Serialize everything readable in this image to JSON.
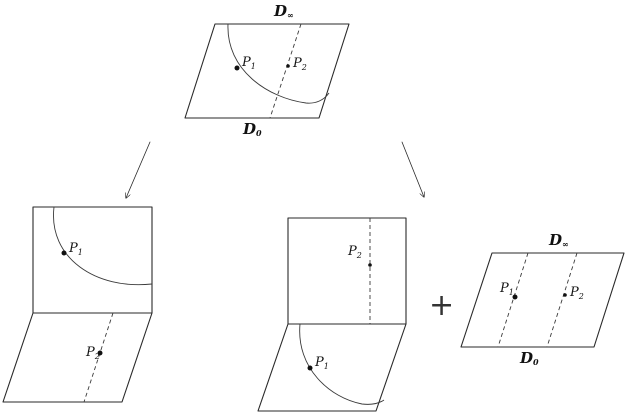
{
  "top": {
    "boundary_top": {
      "letter": "D",
      "sub": "∞"
    },
    "boundary_bottom": {
      "letter": "D",
      "sub": "0"
    },
    "point_1": {
      "letter": "P",
      "sub": "1"
    },
    "point_2": {
      "letter": "P",
      "sub": "2"
    }
  },
  "left": {
    "point_1": {
      "letter": "P",
      "sub": "1"
    },
    "point_2": {
      "letter": "P",
      "sub": "2"
    }
  },
  "right": {
    "point_1": {
      "letter": "P",
      "sub": "1"
    },
    "point_2": {
      "letter": "P",
      "sub": "2"
    }
  },
  "operator": "+",
  "far_right": {
    "boundary_top": {
      "letter": "D",
      "sub": "∞"
    },
    "boundary_bottom": {
      "letter": "D",
      "sub": "0"
    },
    "point_1": {
      "letter": "P",
      "sub": "1"
    },
    "point_2": {
      "letter": "P",
      "sub": "2"
    }
  }
}
